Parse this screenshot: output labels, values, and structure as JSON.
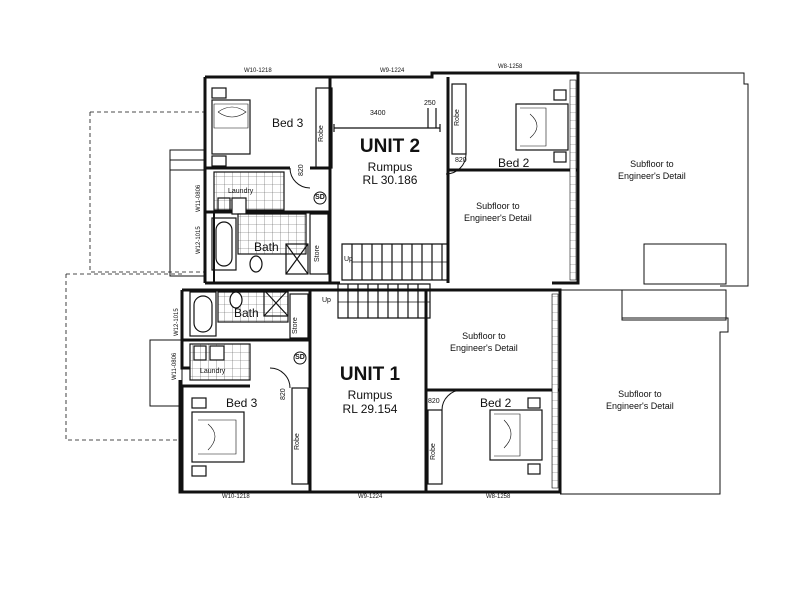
{
  "unit2": {
    "title": "UNIT 2",
    "rumpus": "Rumpus",
    "rl": "RL 30.186",
    "bed3": "Bed 3",
    "bed2": "Bed 2",
    "robe_left": "Robe",
    "robe_right": "Robe",
    "laundry": "Laundry",
    "bath": "Bath",
    "store": "Store",
    "up": "Up",
    "smoke": "SD",
    "door_bed3": "820",
    "door_bed2": "820",
    "dim_width": "3400",
    "dim_small": "250",
    "sub_inner": "Subfloor to\nEngineer's Detail",
    "sub_outer": "Subfloor to\nEngineer's Detail",
    "win_top_left": "W10-1218",
    "win_top_mid": "W9-1224",
    "win_top_right": "W8-1258",
    "win_side_a": "W11-0806",
    "win_side_b": "W12-1015"
  },
  "unit1": {
    "title": "UNIT 1",
    "rumpus": "Rumpus",
    "rl": "RL 29.154",
    "bed3": "Bed 3",
    "bed2": "Bed 2",
    "robe_left": "Robe",
    "robe_right": "Robe",
    "laundry": "Laundry",
    "bath": "Bath",
    "store": "Store",
    "up": "Up",
    "smoke": "SD",
    "door_bed3": "820",
    "door_bed2": "820",
    "sub_inner": "Subfloor to\nEngineer's Detail",
    "sub_outer": "Subfloor to\nEngineer's Detail",
    "win_bot_left": "W10-1218",
    "win_bot_mid": "W9-1224",
    "win_bot_right": "W8-1258",
    "win_side_a": "W12-1015",
    "win_side_b": "W11-0806"
  }
}
